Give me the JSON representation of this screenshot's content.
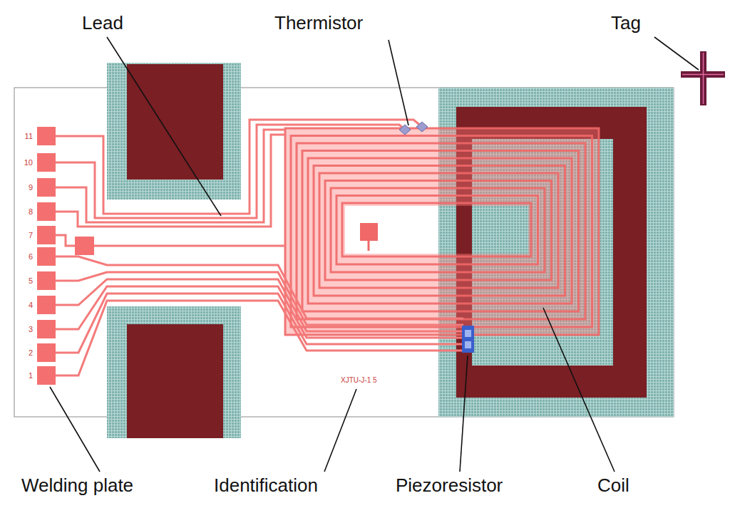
{
  "diagram": {
    "labels": [
      "Lead",
      "Thermistor",
      "Tag",
      "Welding plate",
      "Identification",
      "Piezoresistor",
      "Coil",
      "11",
      "10",
      "9",
      "8",
      "7",
      "6",
      "5",
      "4",
      "3",
      "2",
      "1",
      "XJTU-J-1 5"
    ]
  }
}
